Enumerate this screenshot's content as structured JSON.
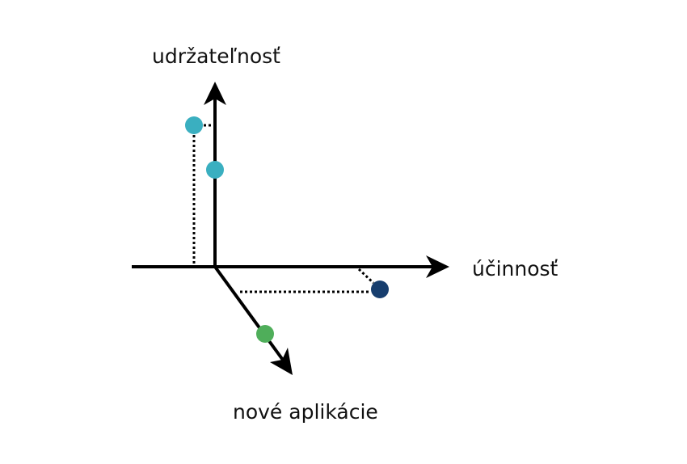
{
  "labels": {
    "y_axis": "udržateľnosť",
    "x_axis": "účinnosť",
    "z_axis": "nové aplikácie"
  },
  "colors": {
    "axis": "#000000",
    "teal": "#3aafc0",
    "navy": "#173e6e",
    "green": "#4fae5a",
    "guide": "#000000"
  },
  "points": [
    {
      "name": "teal-point-offset",
      "color_key": "teal"
    },
    {
      "name": "teal-point-on-axis",
      "color_key": "teal"
    },
    {
      "name": "navy-point",
      "color_key": "navy"
    },
    {
      "name": "green-point",
      "color_key": "green"
    }
  ]
}
